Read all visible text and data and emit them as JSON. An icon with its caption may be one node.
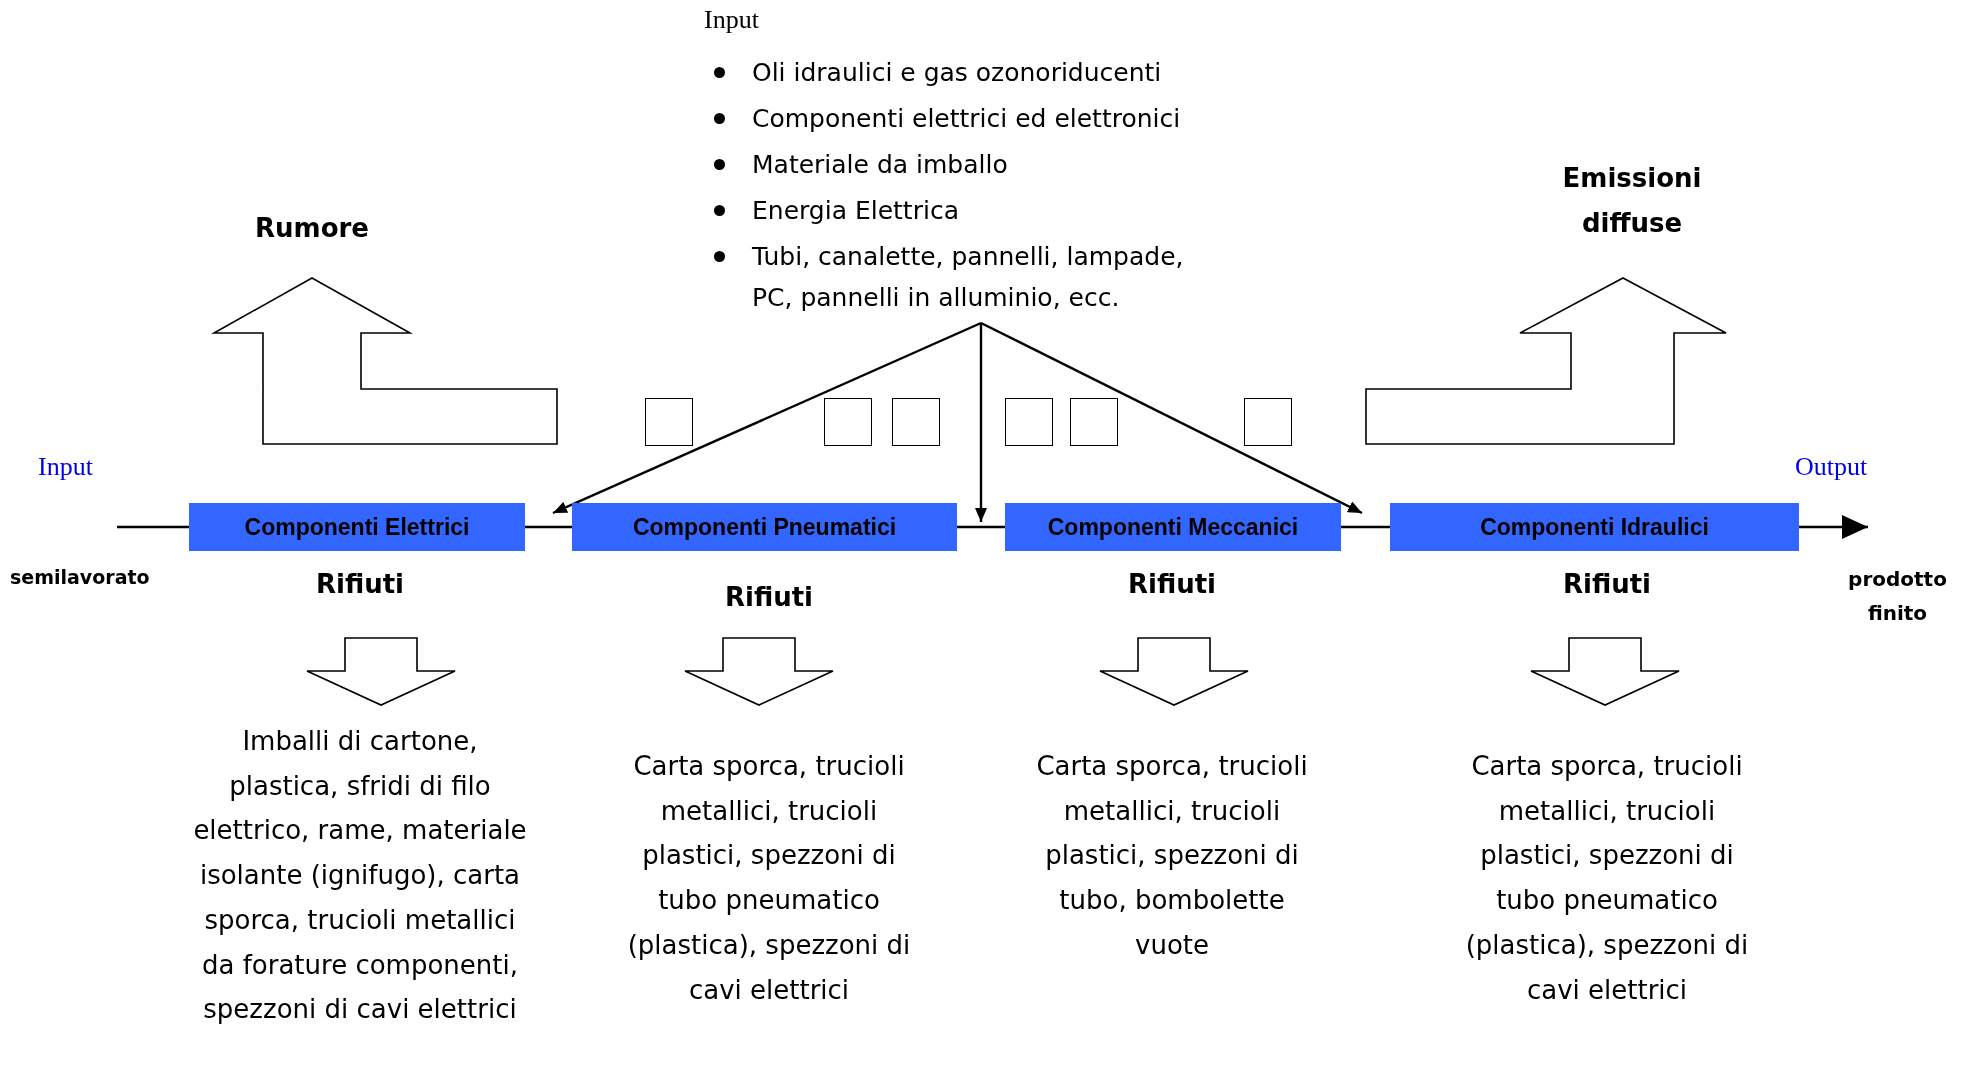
{
  "diagram": {
    "nodes": [
      {
        "text": [
          "Input",
          "Oli idraulici e gas ozonoriducenti",
          "Componenti elettrici ed elettronici",
          "Materiale da imballo",
          "Energia Elettrica",
          "Tubi, canalette, pannelli, lampade, PC, pannelli in alluminio, ecc."
        ]
      },
      {
        "text": [
          "Rumore"
        ]
      },
      {
        "text": [
          "Emissioni diffuse"
        ]
      },
      {
        "text": [],
        "shape": "box"
      },
      {
        "text": [],
        "shape": "box"
      },
      {
        "text": [],
        "shape": "box"
      },
      {
        "text": [],
        "shape": "box"
      },
      {
        "text": [],
        "shape": "box"
      },
      {
        "text": [],
        "shape": "box"
      },
      {
        "text": [
          "Componenti Elettrici"
        ]
      },
      {
        "text": [
          "Componenti Pneumatici"
        ]
      },
      {
        "text": [
          "Componenti Meccanici"
        ]
      },
      {
        "text": [
          "Componenti Idraulici"
        ]
      },
      {
        "text": [
          "Rifiuti",
          "Imballi di cartone, plastica, sfridi di filo elettrico, rame, materiale isolante (ignifugo), carta sporca, trucioli metallici da forature componenti, spezzoni di cavi elettrici"
        ]
      },
      {
        "text": [
          "Rifiuti",
          "Carta sporca, trucioli metallici, trucioli plastici, spezzoni di tubo pneumatico (plastica), spezzoni di cavi elettrici"
        ]
      },
      {
        "text": [
          "Rifiuti",
          "Carta sporca, trucioli metallici, trucioli plastici, spezzoni di tubo, bombolette vuote"
        ]
      },
      {
        "text": [
          "Rifiuti",
          "Carta sporca, trucioli metallici, trucioli plastici, spezzoni di tubo pneumatico (plastica), spezzoni di cavi elettrici"
        ]
      }
    ],
    "edges": [
      {
        "from": 0,
        "to": 9,
        "arrow": "to"
      },
      {
        "from": 0,
        "to": 11,
        "arrow": "to"
      },
      {
        "from": 0,
        "to": 11,
        "arrow": "to"
      },
      {
        "from": null,
        "to": 9,
        "arrow": "none"
      },
      {
        "from": 9,
        "to": 10,
        "arrow": "none"
      },
      {
        "from": 10,
        "to": 11,
        "arrow": "none"
      },
      {
        "from": 11,
        "to": 12,
        "arrow": "none"
      },
      {
        "from": 12,
        "to": null,
        "arrow": "to"
      },
      {
        "from": 9,
        "to": 1,
        "arrow": "to"
      },
      {
        "from": 12,
        "to": 2,
        "arrow": "to"
      }
    ],
    "labels": [
      "Input",
      "Output",
      "semilavorato",
      "prodotto finito"
    ]
  }
}
